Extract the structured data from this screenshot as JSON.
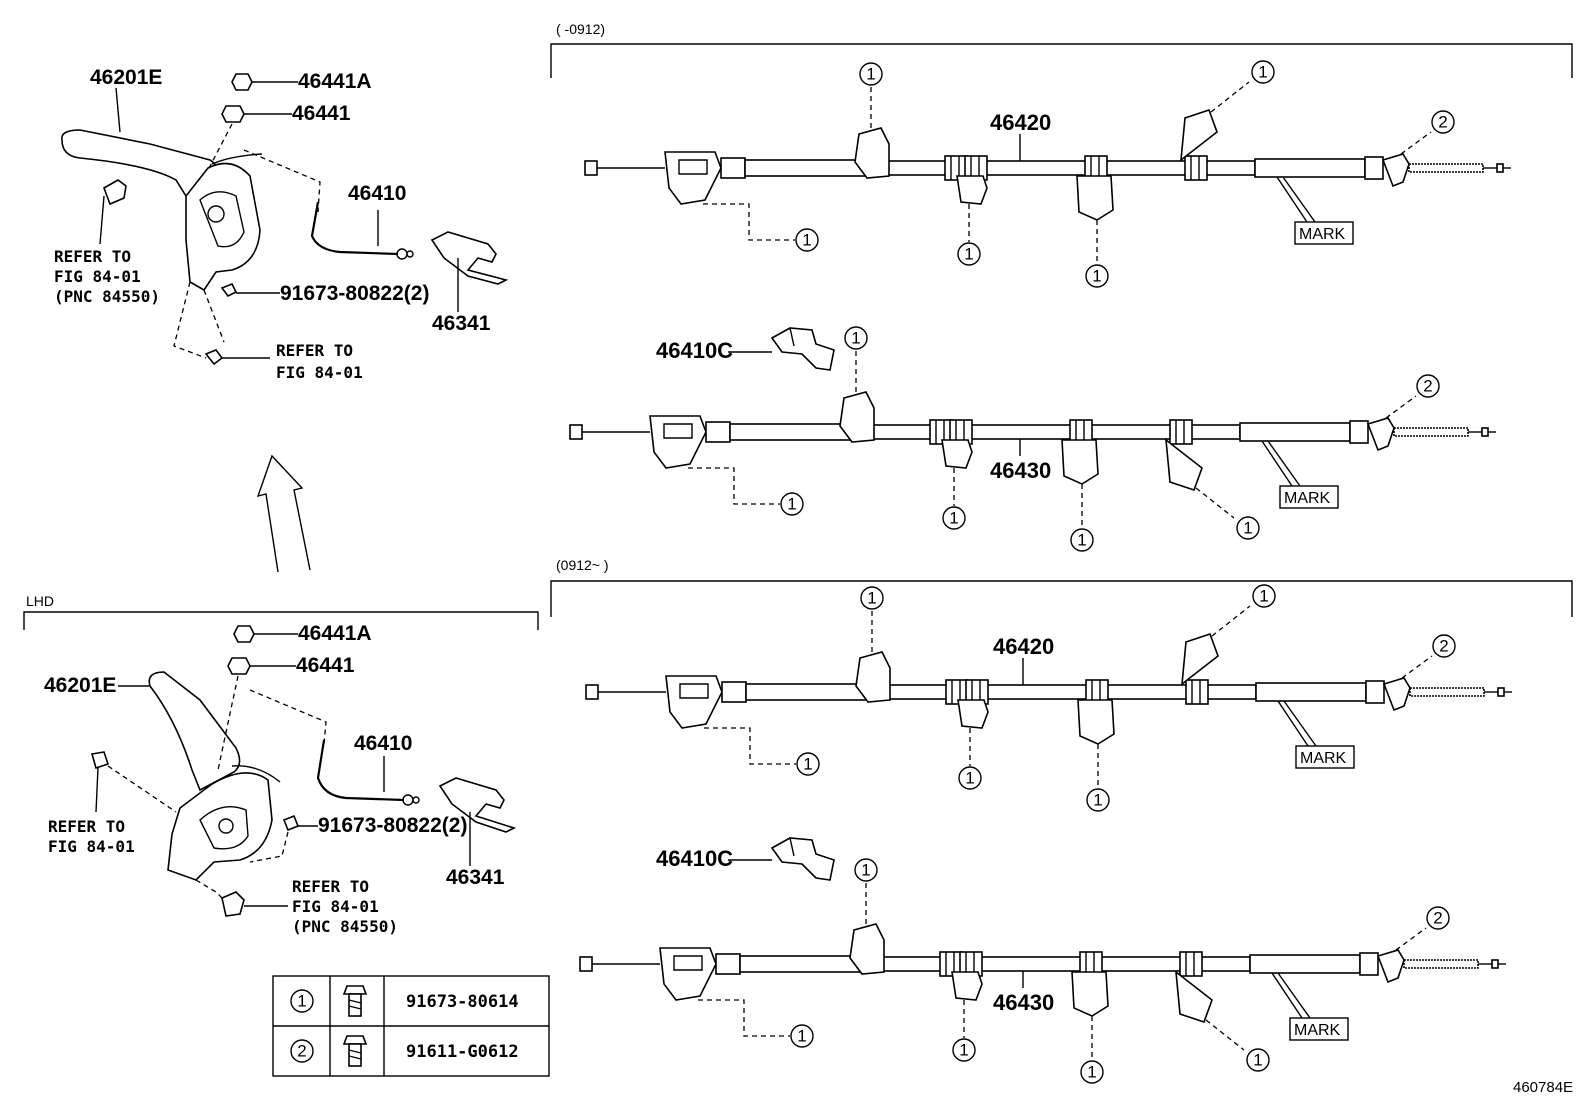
{
  "diagram": {
    "drawing_id": "460784E",
    "sections": {
      "top_right_range": "(      -0912)",
      "bottom_right_range": "(0912~      )",
      "lhd": "LHD"
    },
    "parts": {
      "lever": "46201E",
      "nut_a": "46441A",
      "nut": "46441",
      "cable_front": "46410",
      "cable_front_c": "46410C",
      "switch": "46341",
      "cable_left": "46420",
      "cable_right": "46430",
      "bolt": "91673-80822(2)"
    },
    "notes": {
      "refer_fig": "REFER TO",
      "fig_84_01": "FIG 84-01",
      "pnc_84550": "(PNC 84550)"
    },
    "mark_label": "MARK",
    "callouts": {
      "one": "1",
      "two": "2"
    },
    "legend_table": [
      {
        "callout": "1",
        "icon": "bolt-icon",
        "part_no": "91673-80614"
      },
      {
        "callout": "2",
        "icon": "bolt-icon",
        "part_no": "91611-G0612"
      }
    ]
  }
}
